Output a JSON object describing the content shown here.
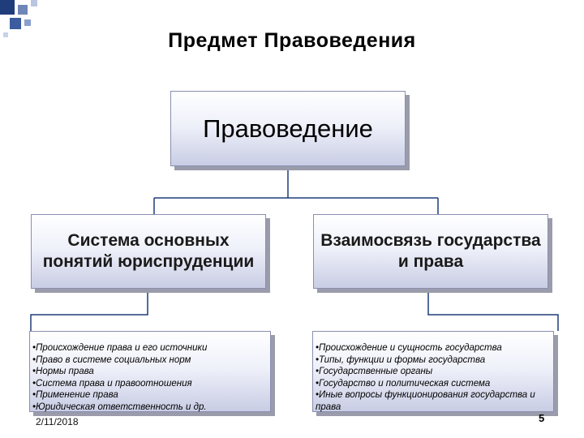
{
  "title": "Предмет Правоведения",
  "root": {
    "label": "Правоведение"
  },
  "left_branch": {
    "label": "Система основных понятий юриспруденции",
    "items": [
      "•Происхождение права и его источники",
      "•Право в системе социальных норм",
      "•Нормы права",
      "•Система права и правоотношения",
      "•Применение права",
      "•Юридическая ответственность и др."
    ]
  },
  "right_branch": {
    "label": "Взаимосвязь государства и права",
    "items": [
      "•Происхождение и сущность государства",
      "•Типы, функции и формы государства",
      "•Государственные органы",
      "•Государство и политическая система",
      "•Иные вопросы функционирования государства и права"
    ]
  },
  "footer": {
    "date": "2/11/2018",
    "page": "5"
  },
  "colors": {
    "line": "#1f3d7a",
    "box_border": "#8a8fb0",
    "shadow": "#9a9cab"
  }
}
